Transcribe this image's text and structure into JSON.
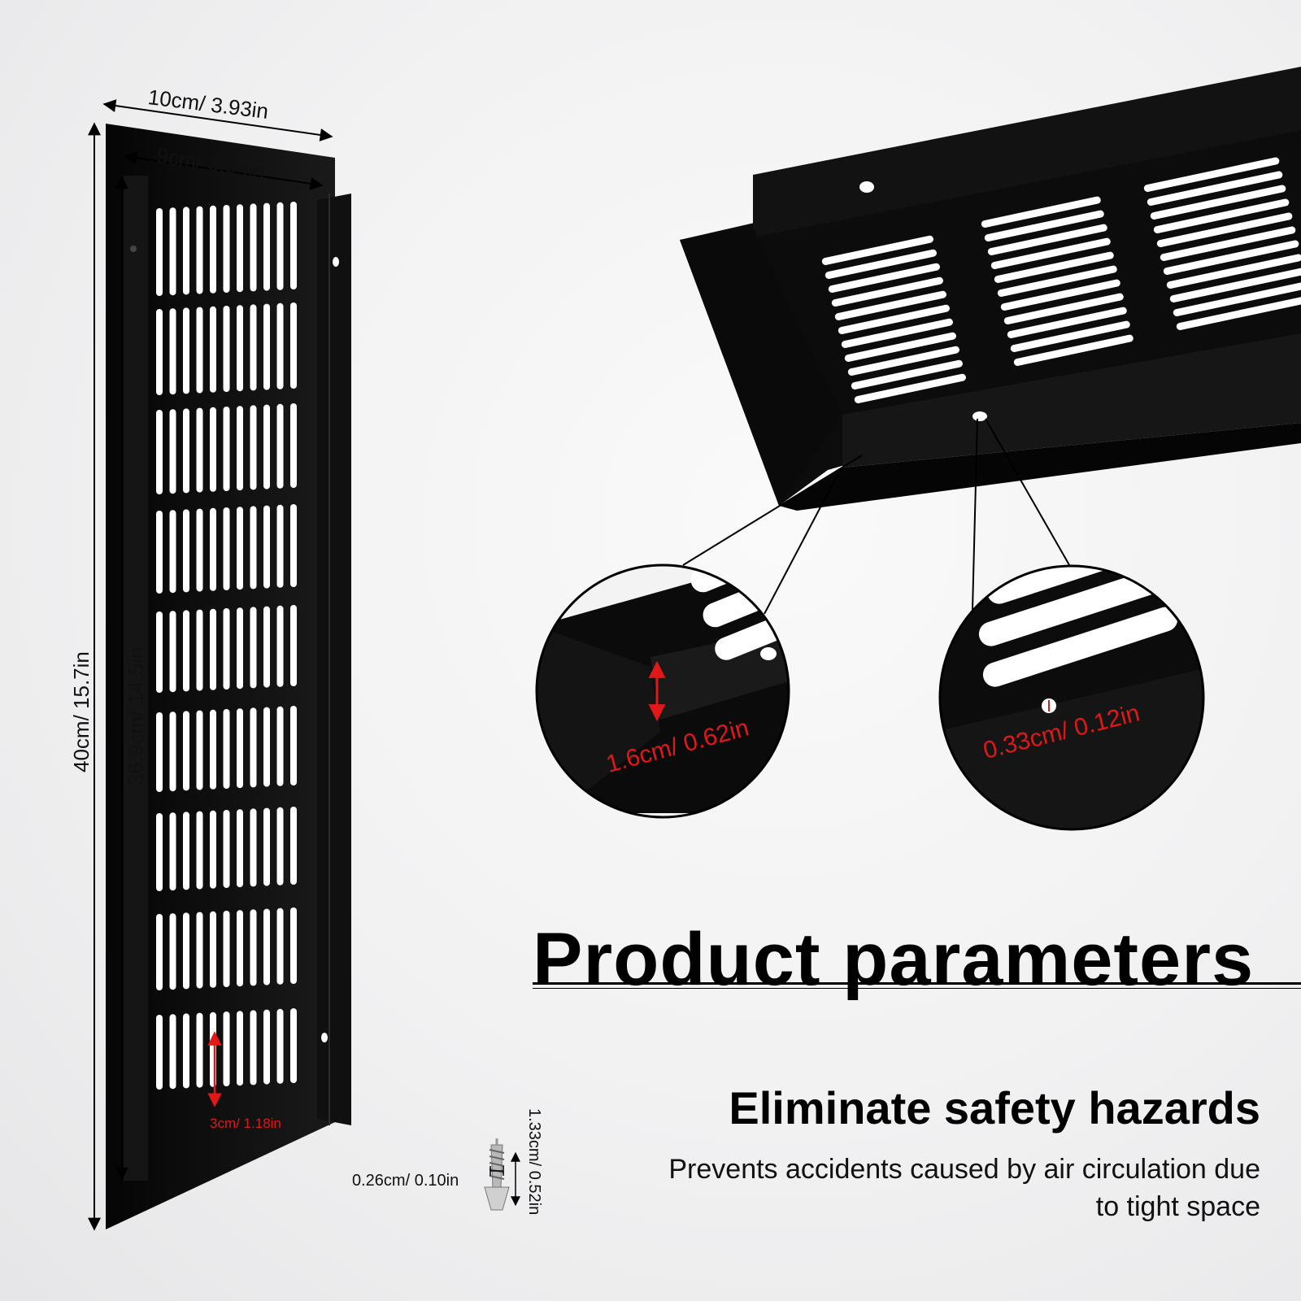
{
  "dimensions": {
    "outer_width": "10cm/ 3.93in",
    "inner_width": "9cm/ 3.54in",
    "outer_length": "40cm/ 15.7in",
    "inner_length": "36.9cm/ 14.5in",
    "slot_length": "3cm/ 1.18in",
    "flange_height": "1.6cm/ 0.62in",
    "hole_diameter": "0.33cm/ 0.12in",
    "screw_length": "1.33cm/ 0.52in",
    "screw_diameter": "0.26cm/ 0.10in"
  },
  "section": {
    "title": "Product parameters",
    "headline": "Eliminate safety hazards",
    "description": "Prevents accidents caused by air circulation due to tight space"
  },
  "colors": {
    "product": "#0b0b0b",
    "dimension_line": "#000000",
    "highlight": "#e01818",
    "background": "#f1f1f2"
  },
  "icons": [
    "vent-grille-front",
    "vent-grille-perspective",
    "zoom-circle-flange",
    "zoom-circle-hole",
    "screw-icon"
  ]
}
